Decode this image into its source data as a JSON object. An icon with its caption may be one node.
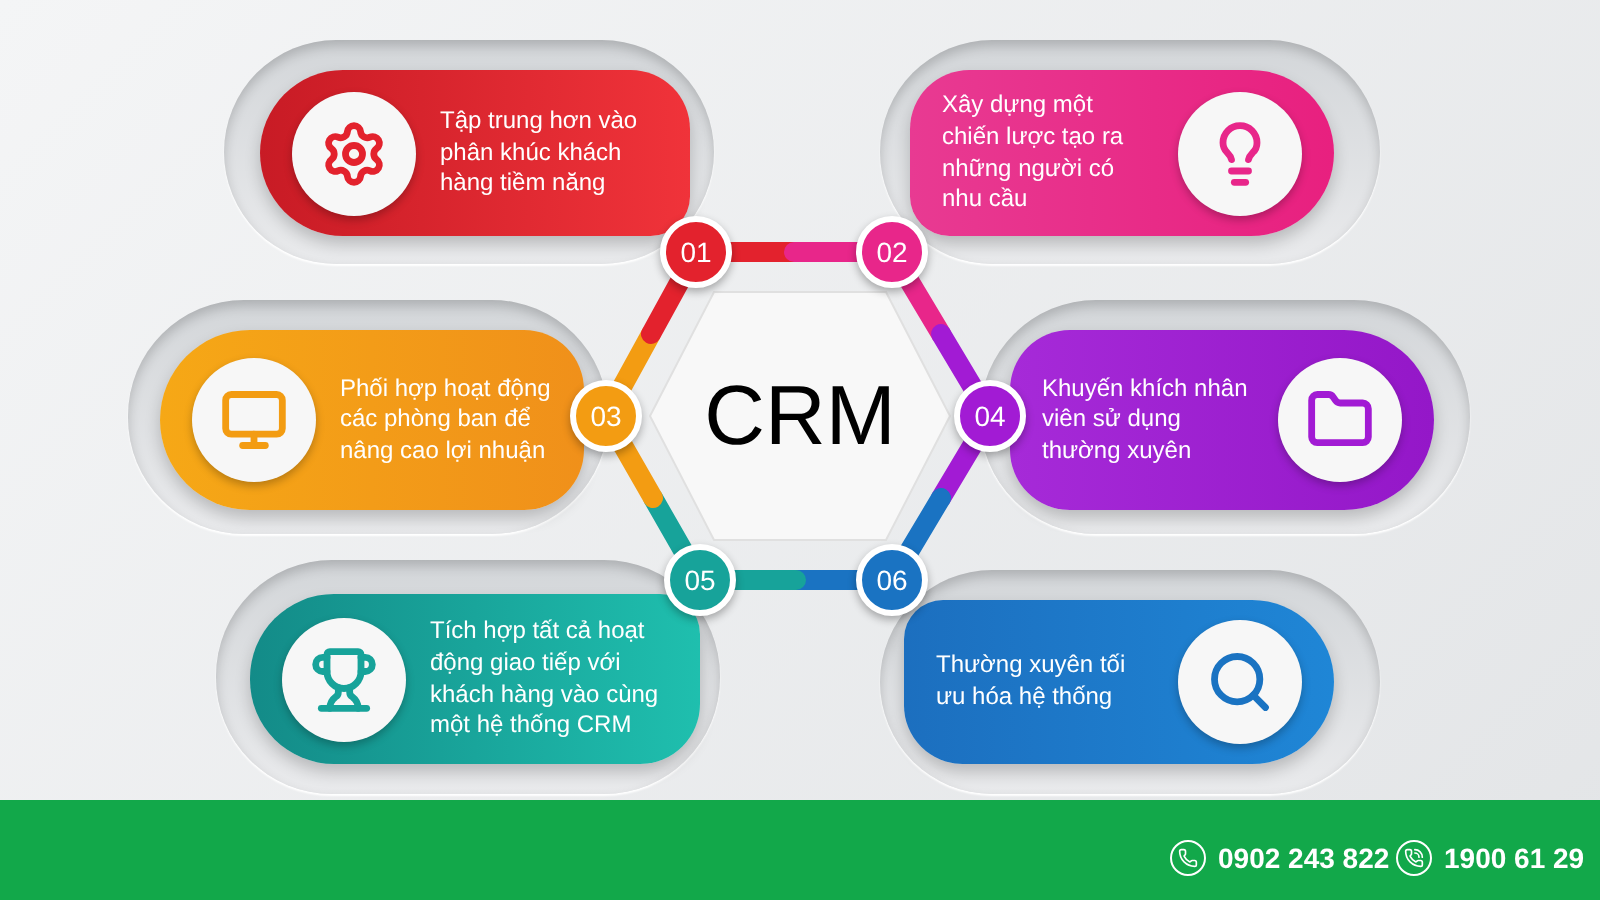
{
  "diagram": {
    "nodes": [
      {
        "text": [
          "CRM"
        ]
      },
      {
        "text": [
          "Tập trung hơn vào phân khúc khách hàng tiềm năng"
        ]
      },
      {
        "text": [
          "01"
        ]
      },
      {
        "text": [
          "Xây dựng một chiến lược tạo ra những người có nhu cầu"
        ]
      },
      {
        "text": [
          "02"
        ]
      },
      {
        "text": [
          "Phối hợp hoạt động các phòng ban để nâng cao lợi nhuận"
        ]
      },
      {
        "text": [
          "03"
        ]
      },
      {
        "text": [
          "Khuyến khích nhân viên sử dụng thường xuyên"
        ]
      },
      {
        "text": [
          "04"
        ]
      },
      {
        "text": [
          "Tích hợp tất cả hoạt động giao tiếp với khách hàng vào cùng một hệ thống CRM"
        ]
      },
      {
        "text": [
          "05"
        ]
      },
      {
        "text": [
          "Thường xuyên tối ưu hóa hệ thống"
        ]
      },
      {
        "text": [
          "06"
        ]
      }
    ],
    "labels": [
      "0902 243 822",
      "1900 61 29"
    ]
  }
}
